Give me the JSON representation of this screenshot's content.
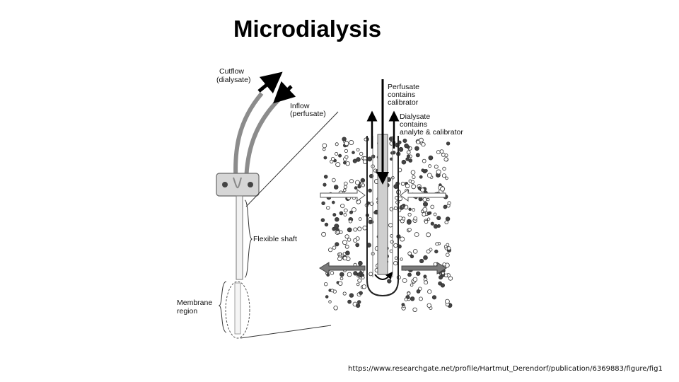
{
  "slide": {
    "title": "Microdialysis",
    "source_url": "https://www.researchgate.net/profile/Hartmut_Derendorf/publication/6369883/figure/fig1"
  },
  "diagram": {
    "labels": {
      "outflow_line1": "Cutflow",
      "outflow_line2": "(dialysate)",
      "inflow_line1": "Inflow",
      "inflow_line2": "(perfusate)",
      "flexible_shaft": "Flexible shaft",
      "membrane_line1": "Membrane",
      "membrane_line2": "region",
      "perfusate_line1": "Perfusate",
      "perfusate_line2": "contains",
      "perfusate_line3": "calibrator",
      "dialysate_line1": "Dialysate",
      "dialysate_line2": "contains",
      "dialysate_line3": "analyte & calibrator"
    },
    "colors": {
      "tube_gray": "#8c8c8c",
      "dark_particle": "#444444",
      "arrow_gray": "#7a7a7a"
    }
  }
}
